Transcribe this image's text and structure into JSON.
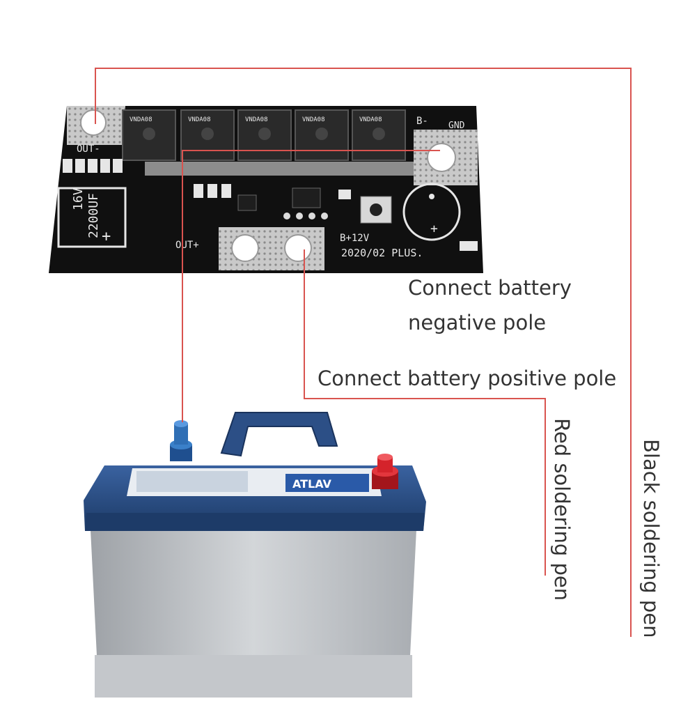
{
  "board": {
    "out_minus": "OUT-",
    "out_plus": "OUT+",
    "b_minus": "B-",
    "gnd": "GND",
    "b_plus": "B+12V",
    "version": "2020/02 PLUS.",
    "cap_voltage": "16V",
    "cap_value": "2200UF",
    "cap_plus": "+",
    "chip_label": "VNDA08"
  },
  "annotations": {
    "negative_line1": "Connect battery",
    "negative_line2": "negative pole",
    "positive": "Connect battery positive pole",
    "red_pen": "Red soldering pen",
    "black_pen": "Black soldering pen"
  },
  "battery": {
    "brand": "ATLAV"
  },
  "colors": {
    "wire": "#d9534f",
    "pcb": "#101010",
    "battery_lid": "#274b7e",
    "battery_case": "#b9bcc0",
    "terminal_negative": "#2f6fb5",
    "terminal_positive": "#d4232b"
  }
}
